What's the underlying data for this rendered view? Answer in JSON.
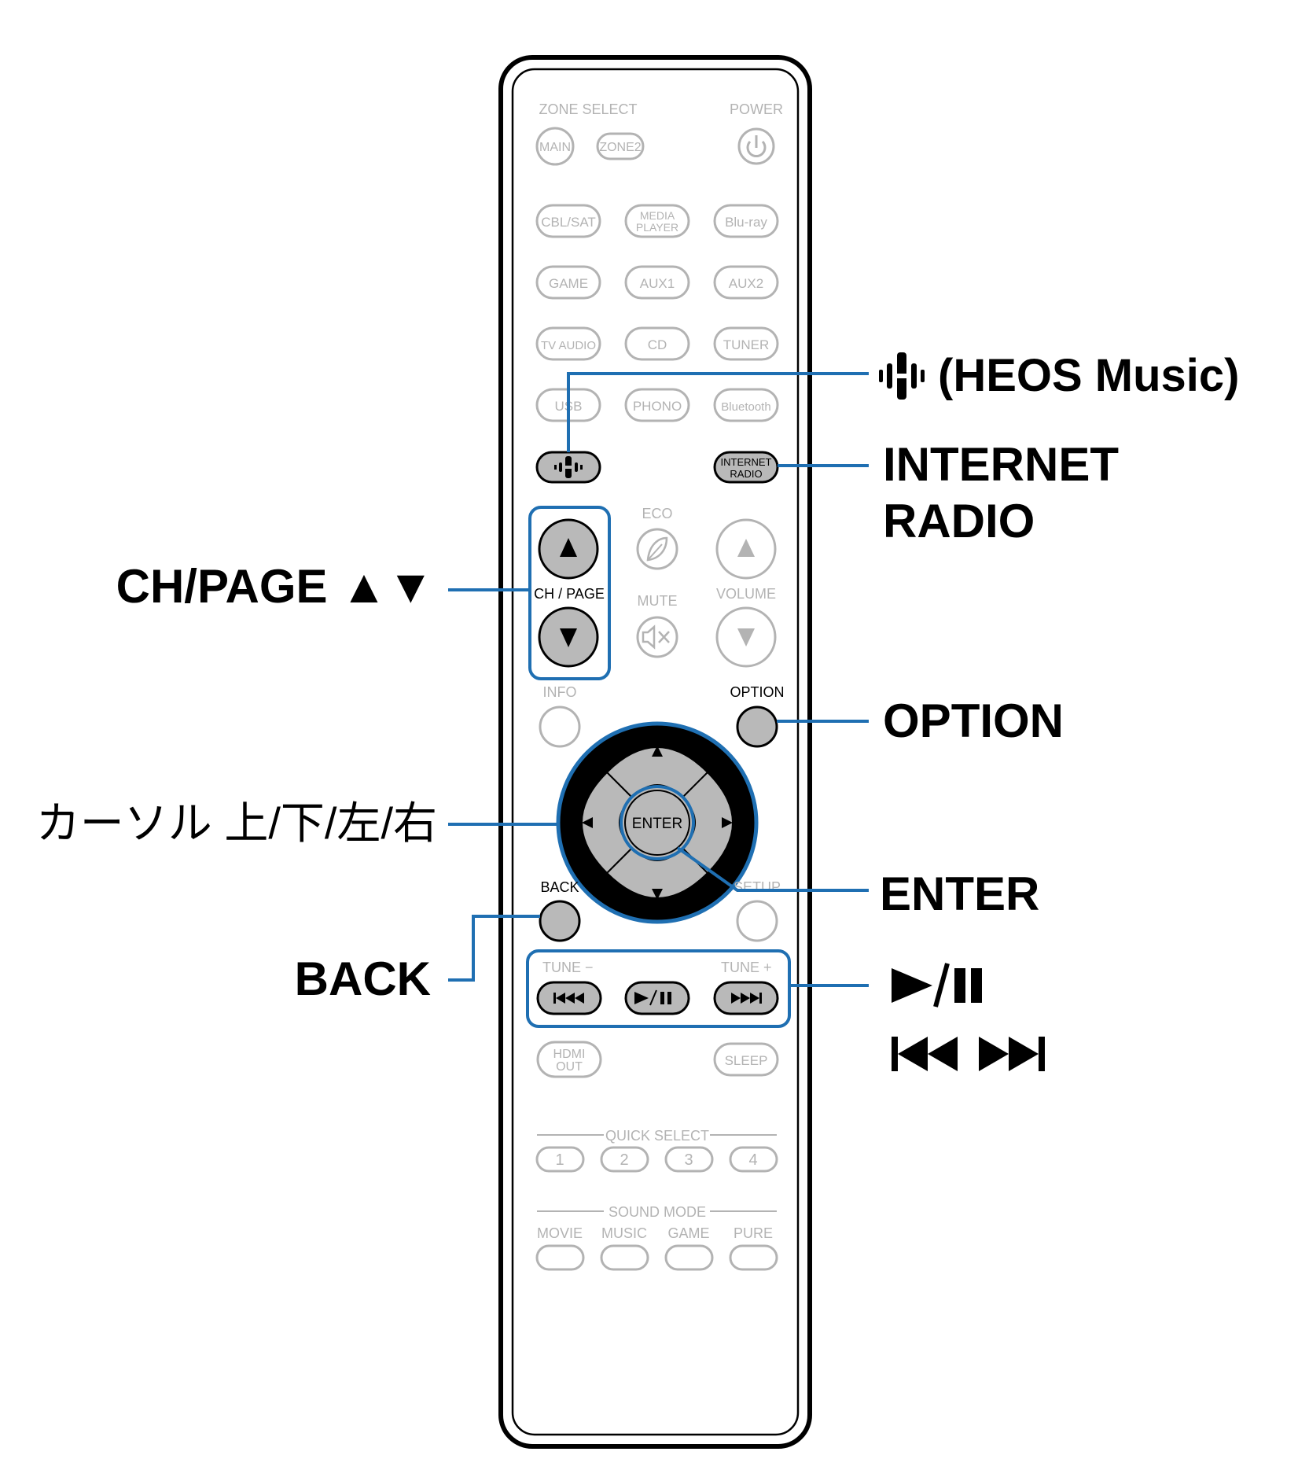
{
  "remote": {
    "zone_select_label": "ZONE SELECT",
    "power_label": "POWER",
    "main_button": "MAIN",
    "zone2_button": "ZONE2",
    "source_buttons": [
      {
        "id": "cbl-sat",
        "label": "CBL/SAT"
      },
      {
        "id": "media-player",
        "label1": "MEDIA",
        "label2": "PLAYER"
      },
      {
        "id": "blu-ray",
        "label": "Blu-ray"
      },
      {
        "id": "game",
        "label": "GAME"
      },
      {
        "id": "aux1",
        "label": "AUX1"
      },
      {
        "id": "aux2",
        "label": "AUX2"
      },
      {
        "id": "tv-audio",
        "label": "TV AUDIO"
      },
      {
        "id": "cd",
        "label": "CD"
      },
      {
        "id": "tuner",
        "label": "TUNER"
      },
      {
        "id": "usb",
        "label": "USB"
      },
      {
        "id": "phono",
        "label": "PHONO"
      },
      {
        "id": "bluetooth",
        "label": "Bluetooth"
      }
    ],
    "internet_radio_label1": "INTERNET",
    "internet_radio_label2": "RADIO",
    "eco_label": "ECO",
    "mute_label": "MUTE",
    "volume_label": "VOLUME",
    "ch_page_label": "CH / PAGE",
    "info_label": "INFO",
    "option_label": "OPTION",
    "enter_label": "ENTER",
    "back_label": "BACK",
    "setup_label": "SETUP",
    "tune_minus_label": "TUNE −",
    "tune_plus_label": "TUNE +",
    "hdmi_out_label1": "HDMI",
    "hdmi_out_label2": "OUT",
    "sleep_label": "SLEEP",
    "quick_select_label": "QUICK SELECT",
    "quick_select_buttons": [
      "1",
      "2",
      "3",
      "4"
    ],
    "sound_mode_label": "SOUND MODE",
    "sound_mode_buttons": [
      "MOVIE",
      "MUSIC",
      "GAME",
      "PURE"
    ]
  },
  "callouts": {
    "heos_music": "(HEOS Music)",
    "internet_radio_line1": "INTERNET",
    "internet_radio_line2": "RADIO",
    "ch_page": "CH/PAGE ▲▼",
    "option": "OPTION",
    "cursor": "カーソル 上/下/左/右",
    "enter": "ENTER",
    "back": "BACK",
    "play_pause": "▶/II",
    "skip": "⏮ ⏭"
  },
  "colors": {
    "callout_line": "#1f6fb2",
    "highlight_fill": "#b9b9b9",
    "faint": "#b3b3b3"
  }
}
